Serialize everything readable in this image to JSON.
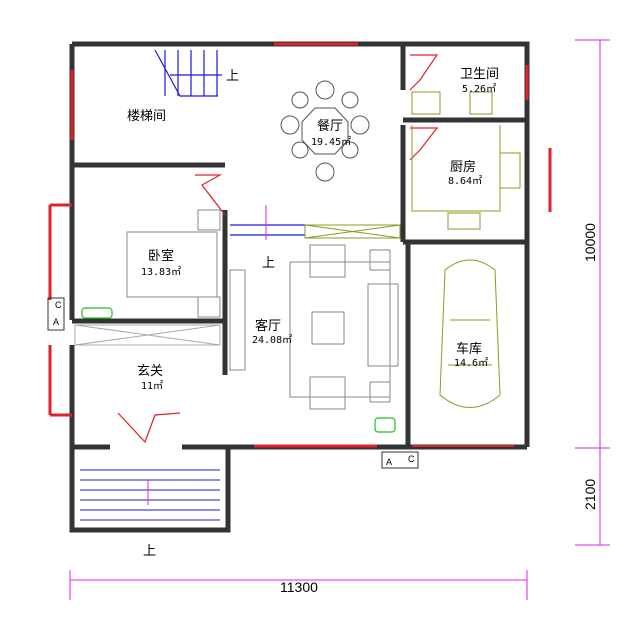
{
  "rooms": {
    "stair": {
      "name": "楼梯间",
      "up": "上"
    },
    "dining": {
      "name": "餐厅",
      "area": "19.45㎡"
    },
    "bathroom": {
      "name": "卫生间",
      "area": "5.26㎡"
    },
    "kitchen": {
      "name": "厨房",
      "area": "8.64㎡"
    },
    "bedroom": {
      "name": "卧室",
      "area": "13.83㎡"
    },
    "living": {
      "name": "客厅",
      "area": "24.08㎡",
      "up": "上"
    },
    "garage": {
      "name": "车库",
      "area": "14.6㎡"
    },
    "foyer": {
      "name": "玄关",
      "area": "11㎡"
    },
    "porch": {
      "up": "上"
    }
  },
  "ac_units": {
    "a": "A",
    "c": "C"
  },
  "dimensions": {
    "depth_main": "10000",
    "depth_porch": "2100",
    "width": "11300"
  },
  "colors": {
    "wall": "#333333",
    "window": "#e0202a",
    "stair": "#1a1adc",
    "furniture": "#808080",
    "fixture": "#8a9a20",
    "dimension": "#e020e0",
    "ac": "#20c020"
  }
}
